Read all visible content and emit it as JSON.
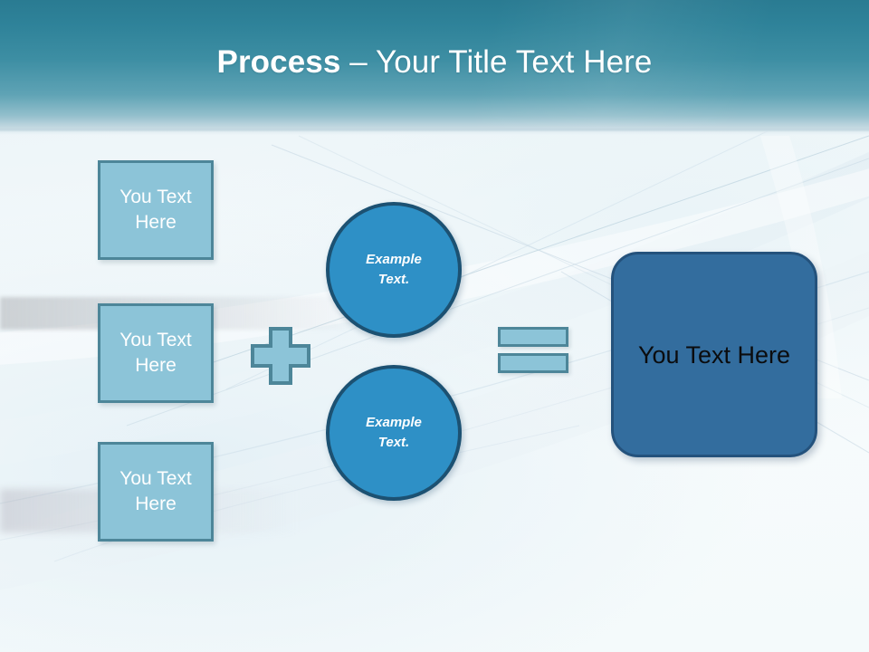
{
  "slide": {
    "title": {
      "bold_part": "Process",
      "rest_part": " – Your Title Text Here",
      "full": "Process – Your Title Text Here"
    },
    "colors": {
      "header_top": "#2a7b92",
      "header_bottom": "#cfdde5",
      "background": "#f4f9fb",
      "input_box_fill": "#8cc4d8",
      "input_box_border": "#4d8699",
      "circle_fill": "#2e90c6",
      "circle_border": "#1c5172",
      "result_fill": "#336d9e",
      "result_border": "#24527c",
      "title_text": "#ffffff",
      "result_text": "#0b0c0e"
    },
    "input_boxes": [
      {
        "label": "You Text Here",
        "line1": "You Text",
        "line2": "Here"
      },
      {
        "label": "You Text Here",
        "line1": "You Text",
        "line2": "Here"
      },
      {
        "label": "You Text Here",
        "line1": "You Text",
        "line2": "Here"
      }
    ],
    "operators": {
      "plus": "+",
      "equals": "="
    },
    "circles": [
      {
        "label": "Example Text.",
        "line1": "Example",
        "line2": "Text."
      },
      {
        "label": "Example Text.",
        "line1": "Example",
        "line2": "Text."
      }
    ],
    "result_box": {
      "label": "You Text Here"
    }
  }
}
